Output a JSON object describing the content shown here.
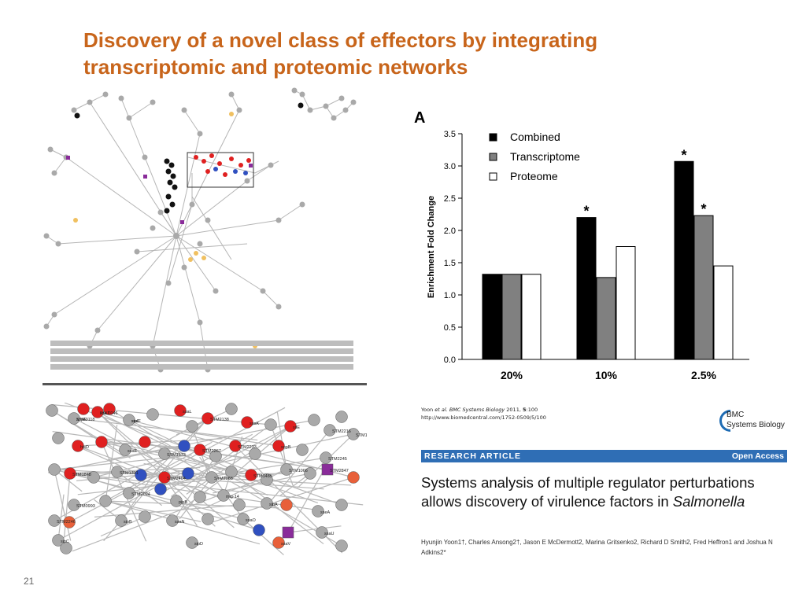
{
  "slide": {
    "title": "Discovery of a novel class of effectors by integrating transcriptomic and proteomic networks",
    "page_number": "21"
  },
  "colors": {
    "title": "#C8651B",
    "combined": "#000000",
    "transcriptome": "#808080",
    "proteome": "#FFFFFF",
    "node_gray": "#A9A9A9",
    "node_red": "#E02020",
    "node_blue": "#3050C0",
    "node_orange": "#F0C060",
    "node_purple": "#8A2C9A",
    "banner": "#2F6EB5"
  },
  "network_bottom": {
    "node_labels": [
      "STM3118",
      "ssaJ",
      "sseF",
      "ssaL",
      "STM2138",
      "ssaK",
      "siiE",
      "STM2216",
      "STM1610",
      "hisD",
      "ssaE",
      "STM1673",
      "STM2267",
      "STM2233",
      "sopB",
      "STM2245",
      "STM1848",
      "STM1331",
      "STM2404",
      "STM2066",
      "STM1485",
      "STM1066",
      "STM2847",
      "STM0993",
      "STM2024",
      "pipB",
      "mig-14",
      "sipA",
      "sseA",
      "STM2246",
      "sipB",
      "ssaN",
      "ssaO",
      "ssaV",
      "ssaU",
      "sipC",
      "sipD",
      "sopE",
      "PSLT046",
      "sipF"
    ]
  },
  "chart_data": {
    "type": "bar",
    "panel_label": "A",
    "categories": [
      "20%",
      "10%",
      "2.5%"
    ],
    "series": [
      {
        "name": "Combined",
        "values": [
          1.32,
          2.2,
          3.07
        ]
      },
      {
        "name": "Transcriptome",
        "values": [
          1.32,
          1.27,
          2.23
        ]
      },
      {
        "name": "Proteome",
        "values": [
          1.32,
          1.75,
          1.45
        ]
      }
    ],
    "significance": [
      {
        "category": "10%",
        "series": "Combined",
        "mark": "*"
      },
      {
        "category": "2.5%",
        "series": "Combined",
        "mark": "*"
      },
      {
        "category": "2.5%",
        "series": "Transcriptome",
        "mark": "*"
      }
    ],
    "ylabel": "Enrichment Fold Change",
    "xlabel": "",
    "ylim": [
      0,
      3.5
    ],
    "yticks": [
      "0.0",
      "0.5",
      "1.0",
      "1.5",
      "2.0",
      "2.5",
      "3.0",
      "3.5"
    ],
    "legend_position": "top-left",
    "grid": false
  },
  "paper": {
    "cite_authors": "Yoon",
    "cite_etal": "et al.",
    "cite_journal": "BMC Systems Biology",
    "cite_year": "2011,",
    "cite_volume": "5",
    "cite_page": ":100",
    "cite_url": "http://www.biomedcentral.com/1752-0509/5/100",
    "logo_name": "BMC",
    "logo_subtitle": "Systems Biology",
    "banner_left": "RESEARCH ARTICLE",
    "banner_right": "Open Access",
    "title_main": "Systems analysis of multiple regulator perturbations allows discovery of virulence factors in ",
    "title_italic": "Salmonella",
    "authors": "Hyunjin Yoon1†, Charles Ansong2†, Jason E McDermott2, Marina Gritsenko2, Richard D Smith2, Fred Heffron1 and Joshua N Adkins2*"
  }
}
